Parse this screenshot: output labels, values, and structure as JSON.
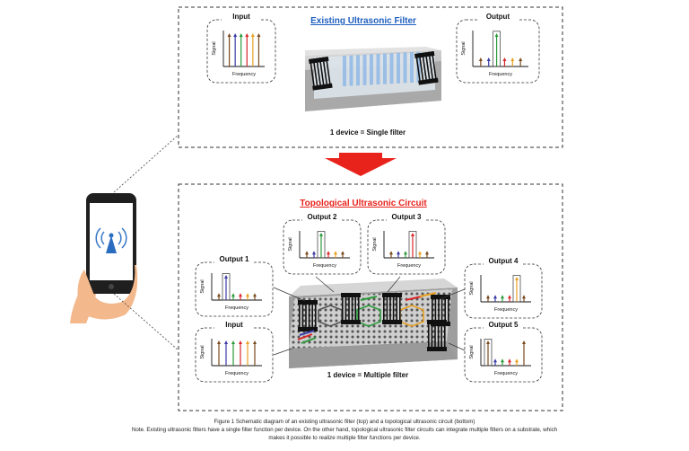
{
  "top": {
    "title": "Existing Ultrasonic Filter",
    "device_label": "1 device = Single filter",
    "input": {
      "title": "Input",
      "ylabel": "Signal",
      "xlabel": "Frequency"
    },
    "output": {
      "title": "Output",
      "ylabel": "Signal",
      "xlabel": "Frequency"
    }
  },
  "bottom": {
    "title": "Topological Ultrasonic Circuit",
    "device_label": "1 device = Multiple filter",
    "input": {
      "title": "Input",
      "ylabel": "Signal",
      "xlabel": "Frequency"
    },
    "outputs": [
      {
        "title": "Output 1",
        "ylabel": "Signal",
        "xlabel": "Frequency"
      },
      {
        "title": "Output 2",
        "ylabel": "Signal",
        "xlabel": "Frequency"
      },
      {
        "title": "Output 3",
        "ylabel": "Signal",
        "xlabel": "Frequency"
      },
      {
        "title": "Output 4",
        "ylabel": "Signal",
        "xlabel": "Frequency"
      },
      {
        "title": "Output 5",
        "ylabel": "Signal",
        "xlabel": "Frequency"
      }
    ]
  },
  "caption": {
    "line1": "Figure 1 Schematic diagram of an existing ultrasonic filter (top) and a topological ultrasonic circuit (bottom)",
    "line2": "Note. Existing ultrasonic filters have a single filter function per device. On the other hand, topological ultrasonic filter circuits can integrate multiple filters on a substrate, which",
    "line3": "makes it possible to realize multiple filter functions per device."
  },
  "colors": {
    "arrow": "#e8231c",
    "title_top": "#1f5fbf",
    "title_bottom": "#e8231c",
    "spectrum": [
      "#7a4a1e",
      "#3a3aa8",
      "#2a9a3a",
      "#d8262a",
      "#e8a020",
      "#7a4a1e"
    ]
  }
}
